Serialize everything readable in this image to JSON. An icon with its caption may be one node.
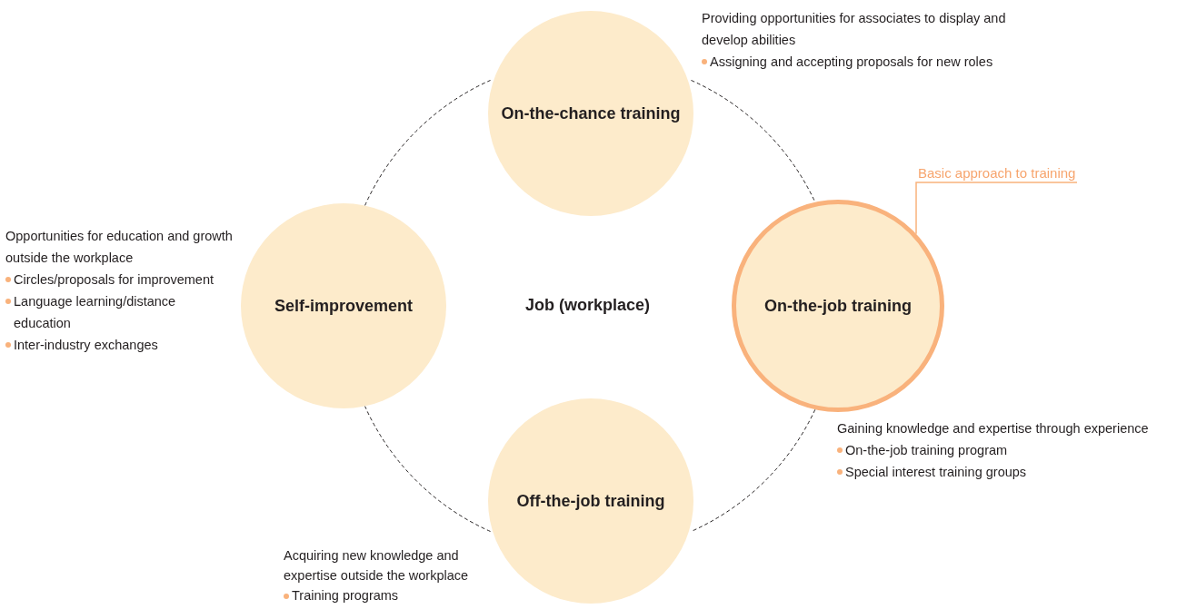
{
  "diagram": {
    "nodes": [
      {
        "text": [
          "On-the-chance training"
        ],
        "beside": [
          "Providing opportunities for associates to display and develop abilities",
          "Assigning and accepting proposals for new roles"
        ]
      },
      {
        "text": [
          "Basic approach to training"
        ]
      },
      {
        "text": [
          "Self-improvement"
        ],
        "beside": [
          "Opportunities for education and growth outside the workplace",
          "Circles/proposals for improvement",
          "Language learning/distance education",
          "Inter-industry exchanges"
        ]
      },
      {
        "text": [
          "On-the-job training"
        ],
        "beside": [
          "Gaining knowledge and expertise through experience",
          "On-the-job training program",
          "Special interest training groups"
        ]
      },
      {
        "text": [
          "Off-the-job training"
        ],
        "beside": [
          "Acquiring new knowledge and expertise outside the workplace",
          "Training programs"
        ]
      }
    ],
    "edges": [
      {
        "from": 0,
        "to": 3,
        "arrow": "none",
        "style": "dashed"
      },
      {
        "from": 3,
        "to": 4,
        "arrow": "none",
        "style": "dashed"
      },
      {
        "from": 4,
        "to": 2,
        "arrow": "none",
        "style": "dashed"
      },
      {
        "from": 2,
        "to": 0,
        "arrow": "none",
        "style": "dashed"
      },
      {
        "from": 1,
        "to": 3,
        "arrow": "none",
        "color": "#f9b27c"
      }
    ],
    "labels": [
      "Job (workplace)"
    ]
  }
}
